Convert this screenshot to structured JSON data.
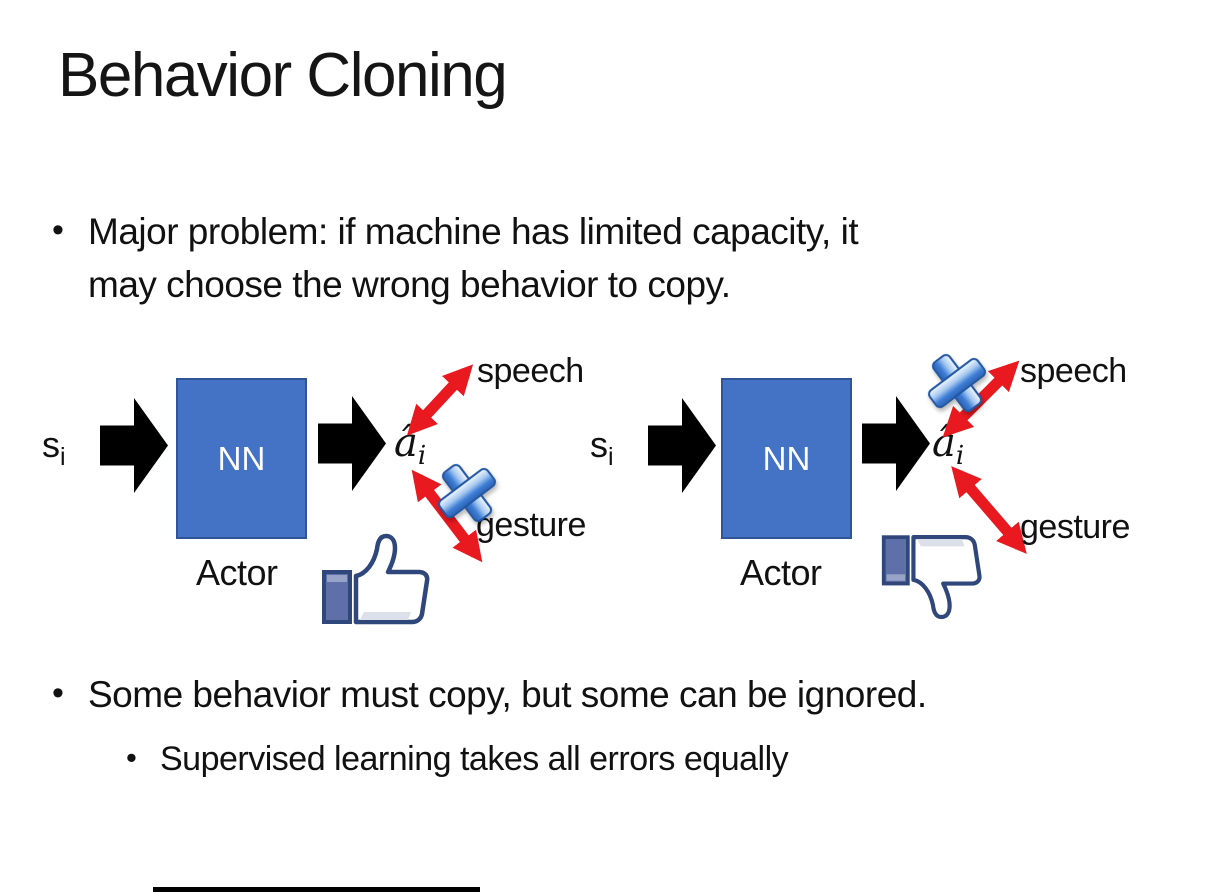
{
  "slide": {
    "title": "Behavior Cloning",
    "bullet_marker": "•",
    "bullets": {
      "major_problem": "Major problem: if machine has limited capacity, it\nmay choose the wrong behavior to copy.",
      "some_behavior": "Some behavior must copy, but some can be ignored.",
      "supervised": "Supervised learning takes all errors equally"
    }
  },
  "diagram": {
    "left": {
      "input": "s",
      "input_sub": "i",
      "nn": "NN",
      "actor": "Actor",
      "output": "â",
      "output_sub": "i",
      "speech": "speech",
      "gesture": "gesture",
      "crossed_out": "gesture",
      "feedback_icon": "thumbs-up"
    },
    "right": {
      "input": "s",
      "input_sub": "i",
      "nn": "NN",
      "actor": "Actor",
      "output": "â",
      "output_sub": "i",
      "speech": "speech",
      "gesture": "gesture",
      "crossed_out": "speech",
      "feedback_icon": "thumbs-down"
    }
  },
  "colors": {
    "nn_box": "#4472C4",
    "nn_box_border": "#2F5597",
    "arrow_red": "#E8191F",
    "fb_outline": "#2F477A",
    "fb_cuff": "#5E6FA9",
    "x_blue": "#3E7ED6",
    "text": "#111111"
  }
}
